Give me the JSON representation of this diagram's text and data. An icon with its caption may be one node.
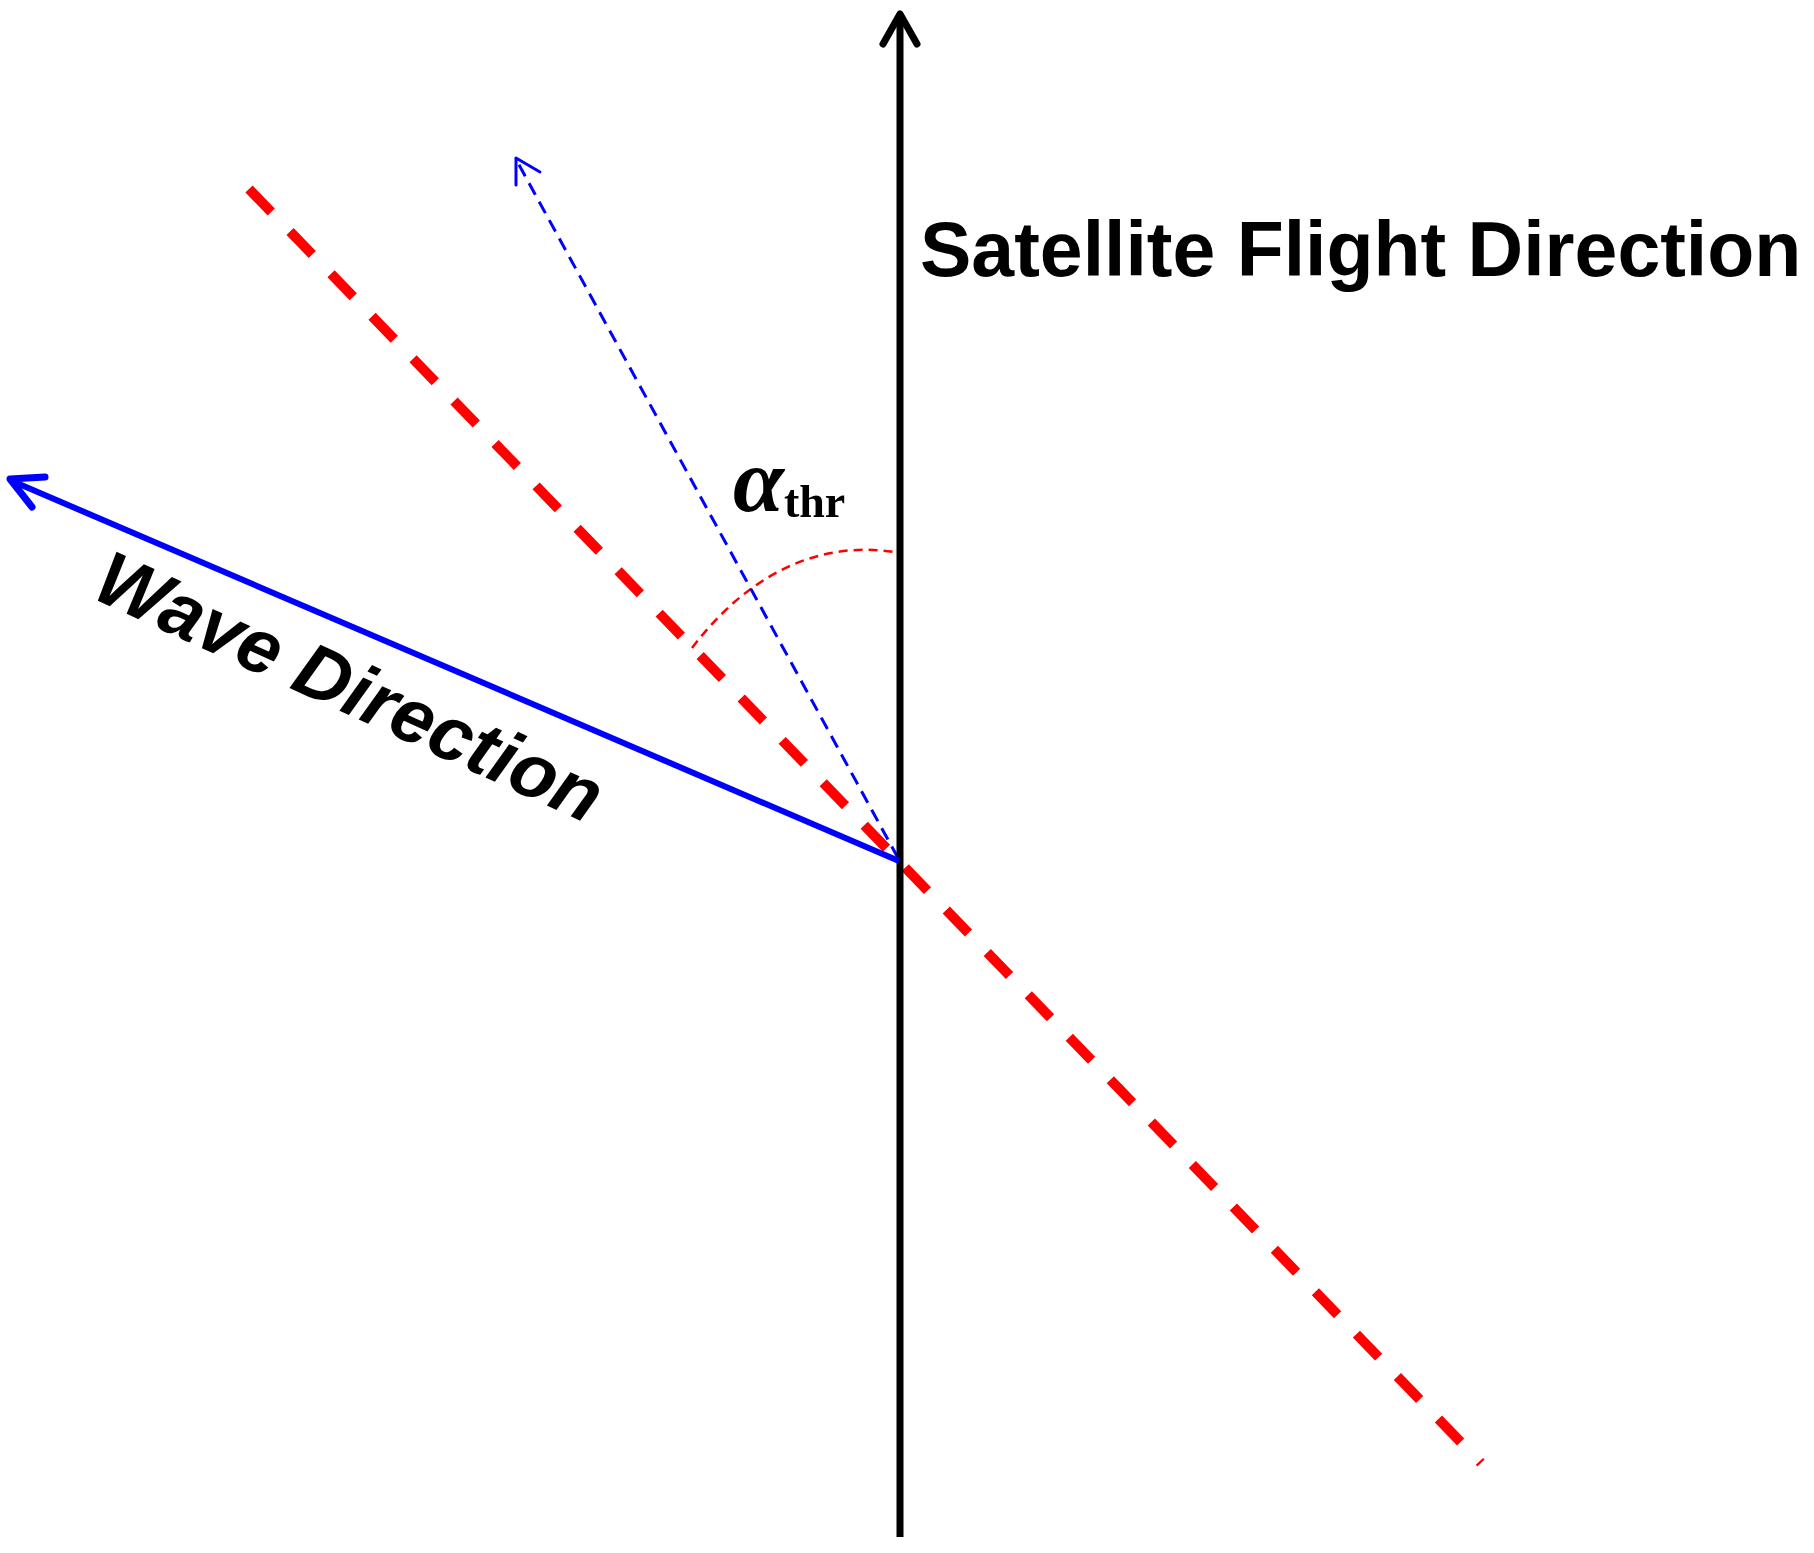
{
  "diagram": {
    "labels": [
      "Satellite Flight Direction",
      "*α*$_{thr}$",
      "Wave Direction"
    ]
  }
}
